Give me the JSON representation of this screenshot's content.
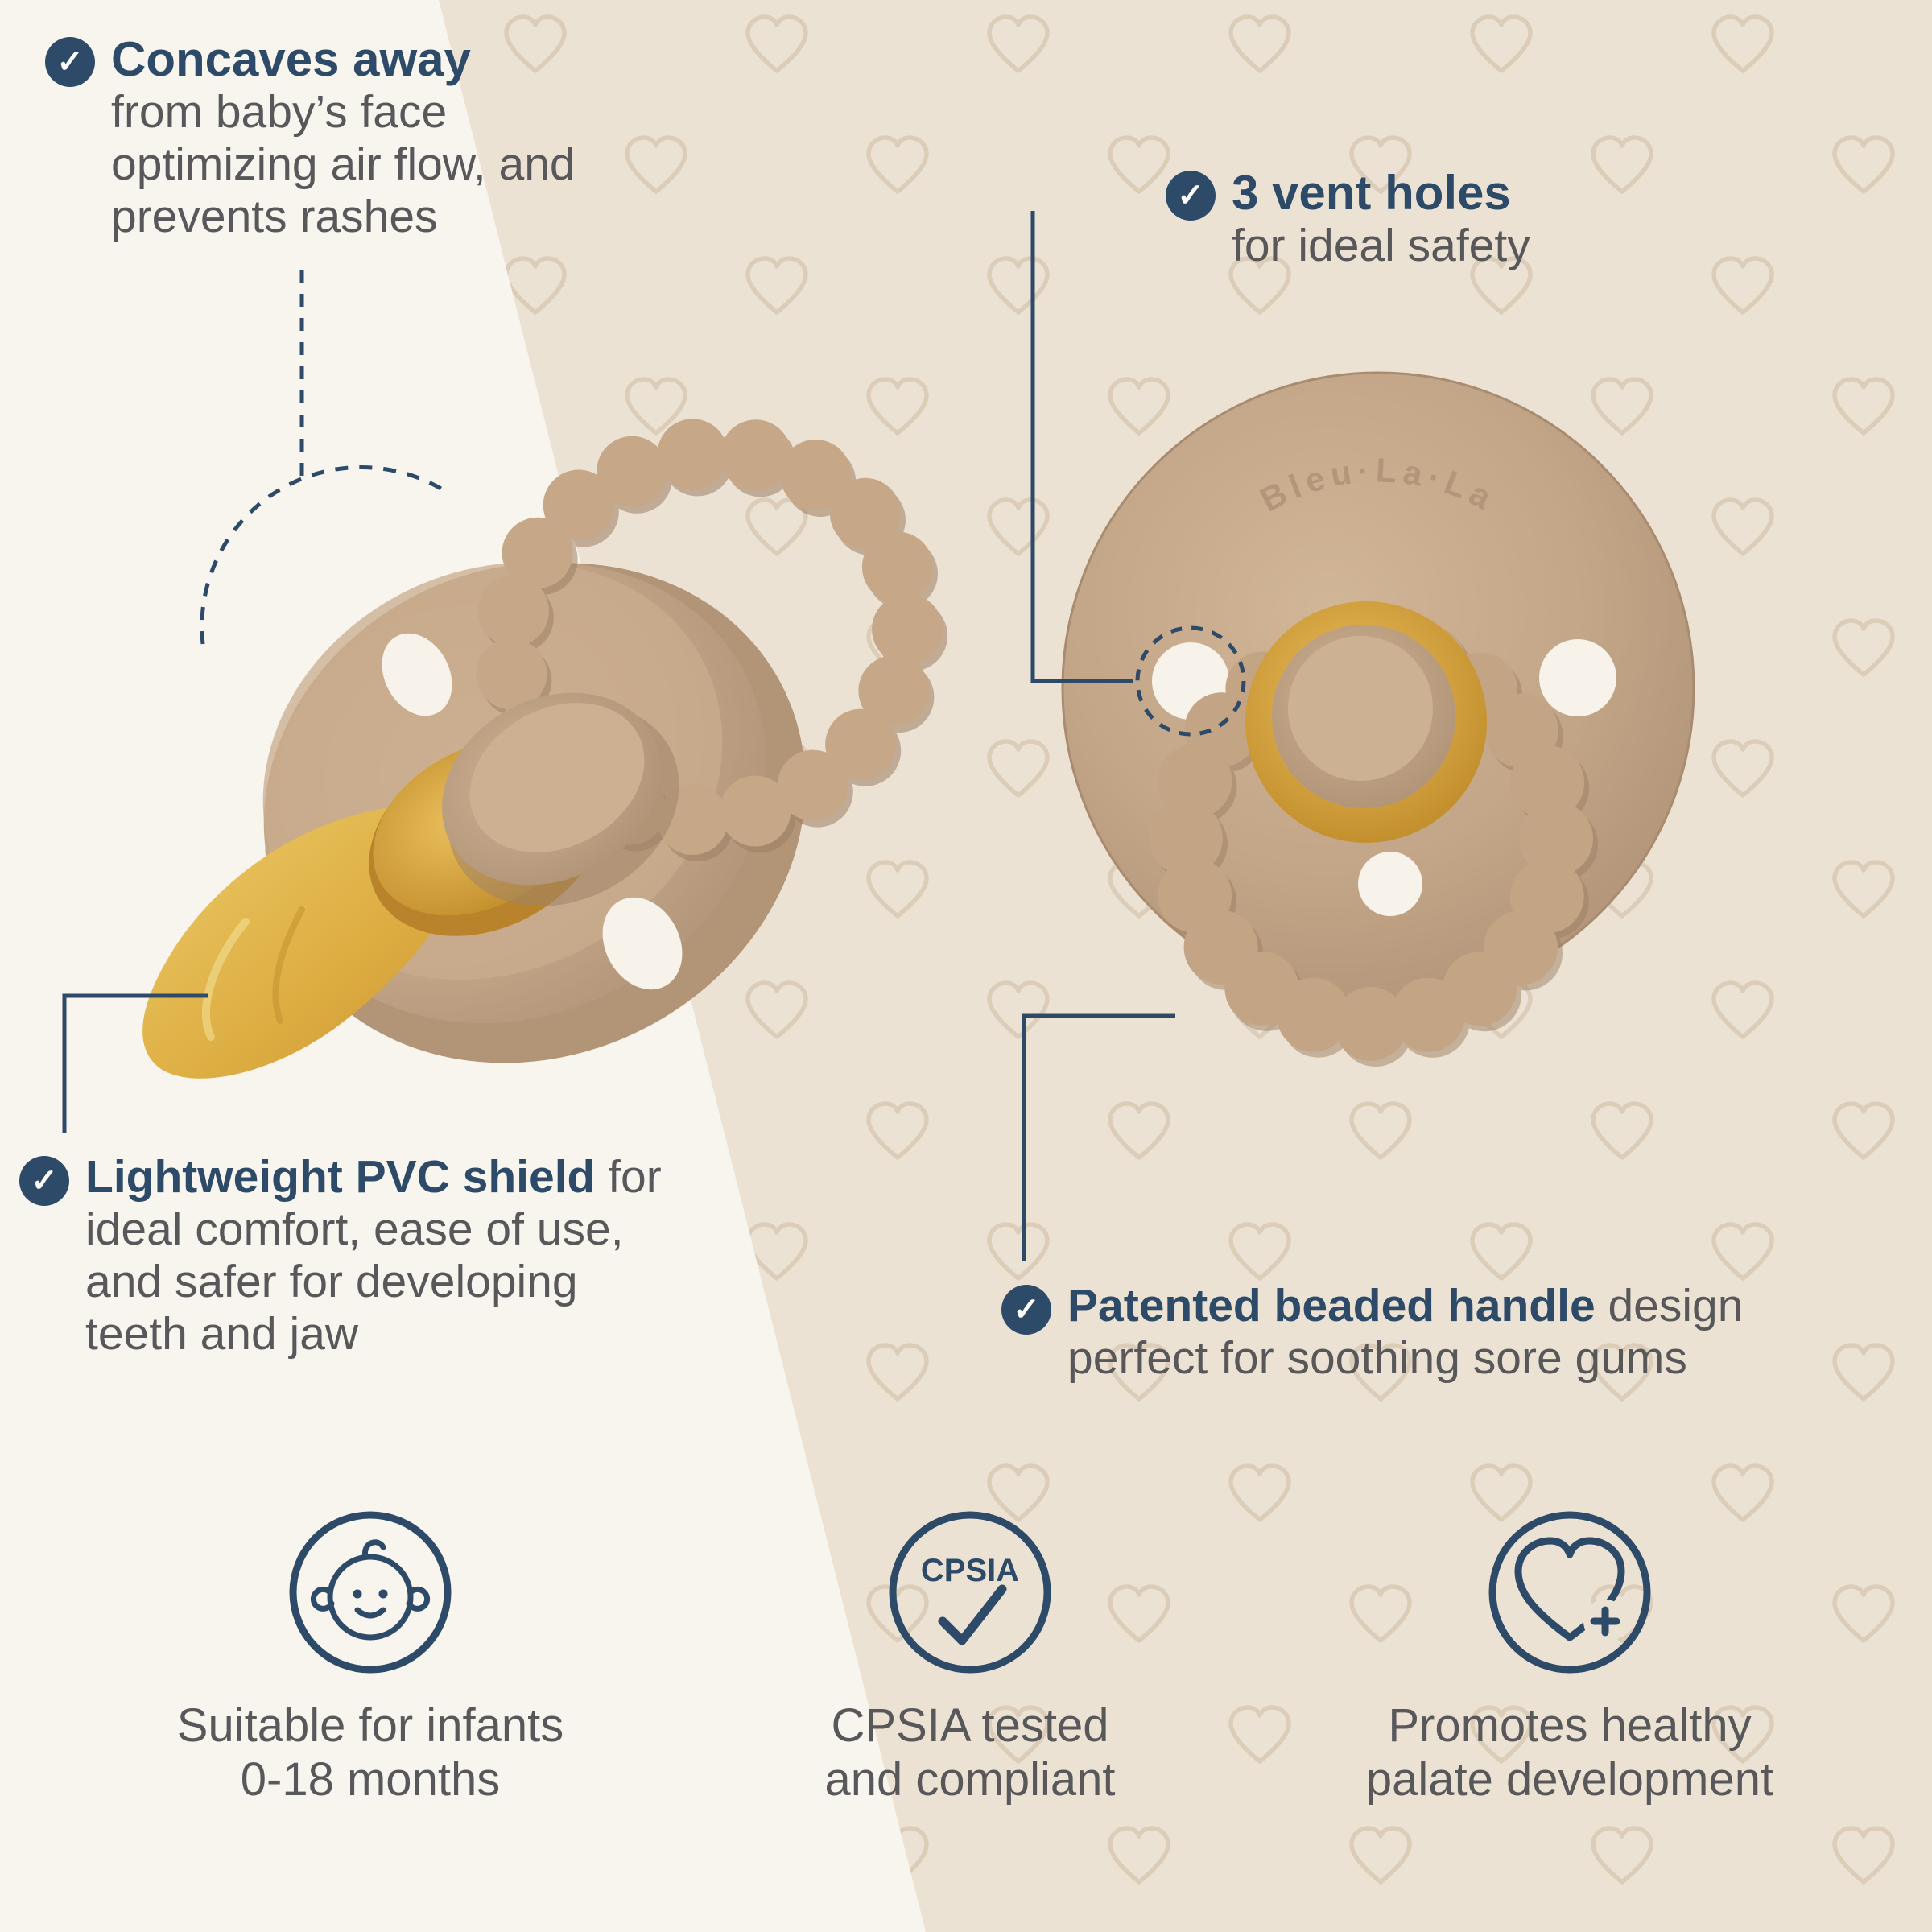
{
  "colors": {
    "navy": "#2d4a68",
    "text_gray": "#58585a",
    "cream_bg": "#f8f4ee",
    "beige_bg": "#ece2d4",
    "heart_outline": "#dccdb8",
    "shield_beige": "#c2a486",
    "shield_dark": "#a98c6f",
    "latex_amber": "#d9a437",
    "hole_white": "#f7f2ea"
  },
  "background": {
    "motif": "heart-outline-pattern"
  },
  "brand": "Bleu·La·La",
  "features": [
    {
      "bold": "Concaves away",
      "lines": [
        "from baby’s face",
        "optimizing air flow, and",
        "prevents rashes"
      ]
    },
    {
      "bold": "3 vent holes",
      "lines": [
        "for ideal safety"
      ]
    },
    {
      "bold": "Lightweight PVC shield",
      "after_bold": " for",
      "lines": [
        "ideal comfort, ease of use,",
        "and safer for developing",
        "teeth and jaw"
      ]
    },
    {
      "bold": "Patented beaded handle",
      "after_bold": " design",
      "lines": [
        "perfect for soothing sore gums"
      ]
    }
  ],
  "badges": [
    {
      "caption_lines": [
        "Suitable for infants",
        "0-18 months"
      ]
    },
    {
      "label": "CPSIA",
      "caption_lines": [
        "CPSIA tested",
        "and compliant"
      ]
    },
    {
      "caption_lines": [
        "Promotes healthy",
        "palate development"
      ]
    }
  ]
}
